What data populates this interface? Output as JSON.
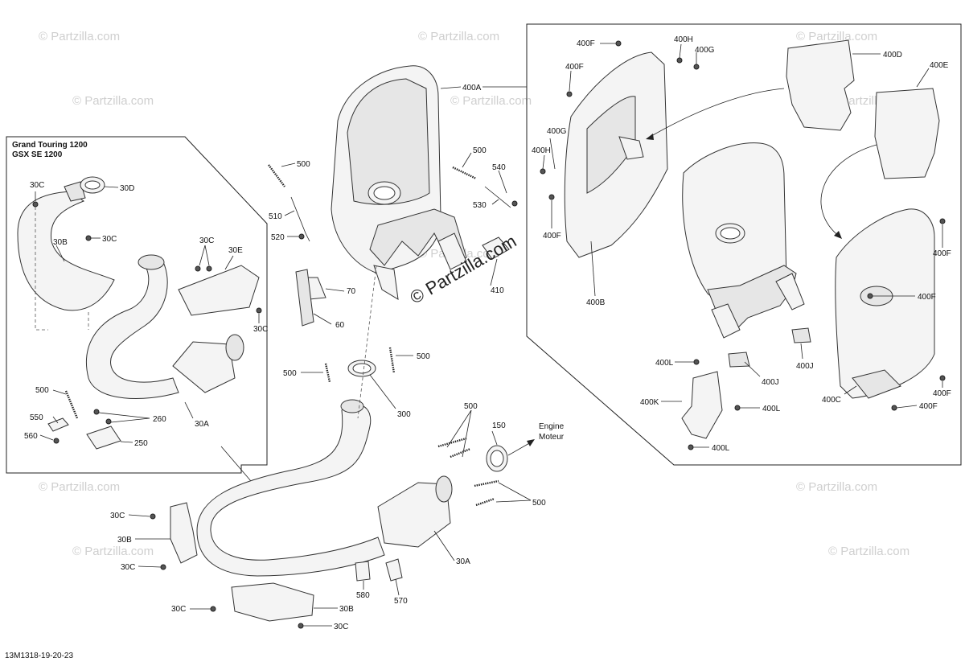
{
  "inset": {
    "title_line1": "Grand Touring 1200",
    "title_line2": "GSX SE 1200"
  },
  "engine_label": {
    "line1": "Engine",
    "line2": "Moteur"
  },
  "watermark_text": "© Partzilla.com",
  "center_watermark": "© Partzilla.com",
  "diagram_code": "13M1318-19-20-23",
  "callouts": {
    "c_30c_a": "30C",
    "c_30d": "30D",
    "c_30b_a": "30B",
    "c_30c_b": "30C",
    "c_30c_c": "30C",
    "c_30e": "30E",
    "c_30c_d": "30C",
    "c_500_a": "500",
    "c_550": "550",
    "c_560": "560",
    "c_260": "260",
    "c_250": "250",
    "c_30a_a": "30A",
    "c_500_b": "500",
    "c_510": "510",
    "c_520": "520",
    "c_70": "70",
    "c_60": "60",
    "c_500_c": "500",
    "c_540": "540",
    "c_530": "530",
    "c_410": "410",
    "c_400a": "400A",
    "c_500_d": "500",
    "c_500_e": "500",
    "c_300": "300",
    "c_500_f": "500",
    "c_150": "150",
    "c_500_g": "500",
    "c_30a_b": "30A",
    "c_30c_e": "30C",
    "c_30b_b": "30B",
    "c_30c_f": "30C",
    "c_580": "580",
    "c_570": "570",
    "c_30c_g": "30C",
    "c_30b_c": "30B",
    "c_30c_h": "30C",
    "c_400f_a": "400F",
    "c_400f_b": "400F",
    "c_400h_a": "400H",
    "c_400g_a": "400G",
    "c_400d": "400D",
    "c_400e": "400E",
    "c_400g_b": "400G",
    "c_400h_b": "400H",
    "c_400f_c": "400F",
    "c_400b": "400B",
    "c_400f_d": "400F",
    "c_400f_e": "400F",
    "c_400l_a": "400L",
    "c_400j_a": "400J",
    "c_400j_b": "400J",
    "c_400k": "400K",
    "c_400l_b": "400L",
    "c_400l_c": "400L",
    "c_400c": "400C",
    "c_400f_f": "400F",
    "c_400f_g": "400F"
  }
}
